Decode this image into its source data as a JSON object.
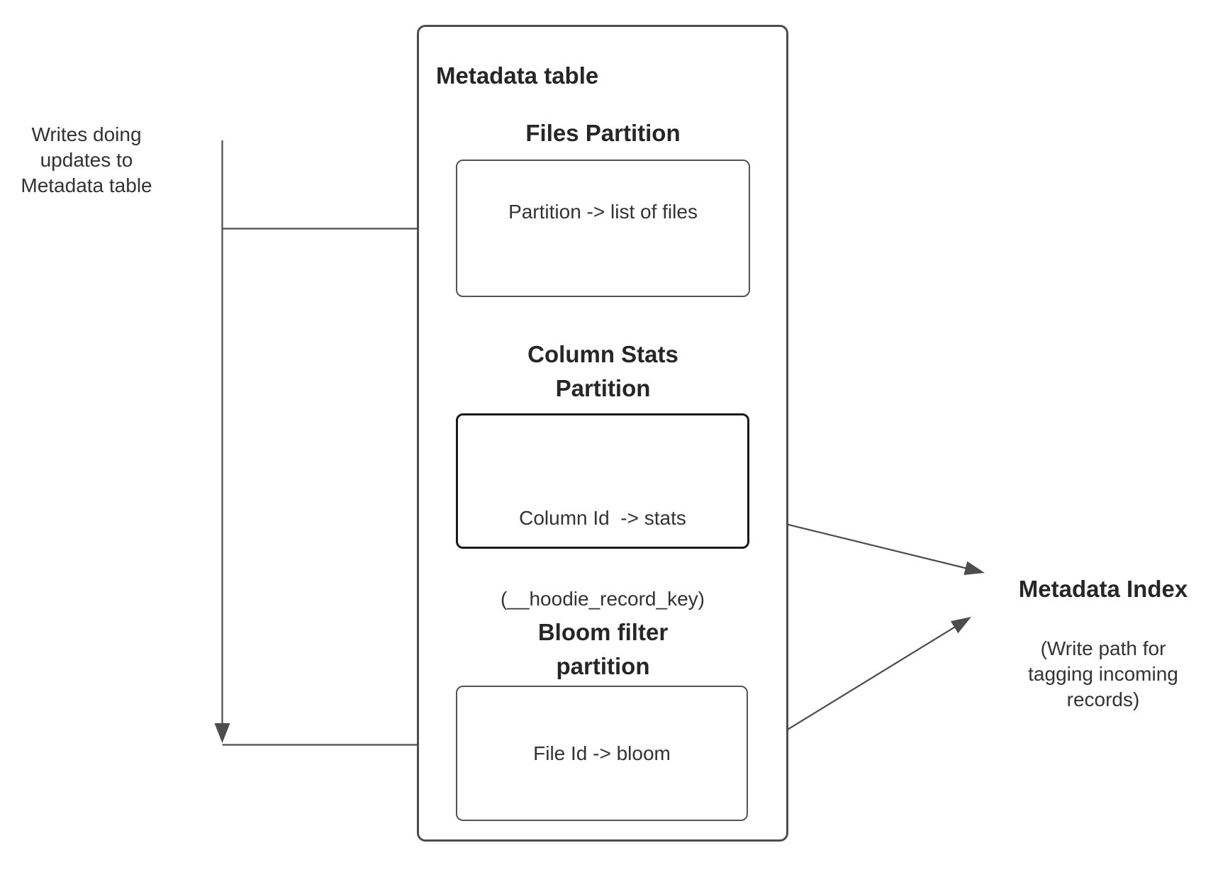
{
  "colors": {
    "background": "#ffffff",
    "stroke": "#4d4d4d",
    "box_border": "#545454",
    "stats_box_border": "#1a1a1a",
    "text": "#333333",
    "title_text": "#262626"
  },
  "left_note": {
    "lines": [
      "Writes doing",
      "updates to",
      "Metadata table"
    ]
  },
  "metadata_table": {
    "title": "Metadata table",
    "files_partition": {
      "heading": "Files Partition",
      "mapping": "Partition -> list of files"
    },
    "column_stats_partition": {
      "heading_line1": "Column Stats",
      "heading_line2": "Partition",
      "mapping_line1": "Column Id  -> stats",
      "mapping_line2": "(__hoodie_record_key)"
    },
    "bloom_filter_partition": {
      "heading_line1": "Bloom filter",
      "heading_line2": "partition",
      "mapping": "File Id -> bloom"
    }
  },
  "metadata_index": {
    "title": "Metadata Index",
    "subtitle_lines": [
      "(Write path for",
      "tagging incoming",
      "records)"
    ]
  }
}
